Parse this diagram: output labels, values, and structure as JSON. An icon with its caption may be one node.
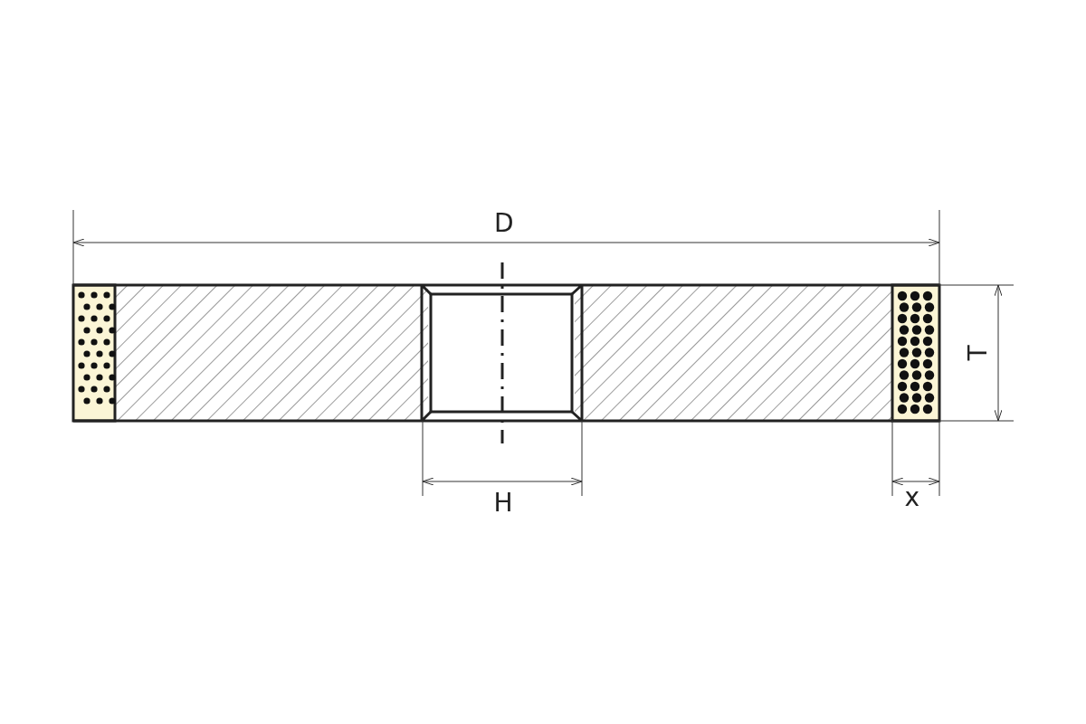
{
  "diagram": {
    "labels": [
      "D",
      "T",
      "H",
      "x"
    ]
  }
}
